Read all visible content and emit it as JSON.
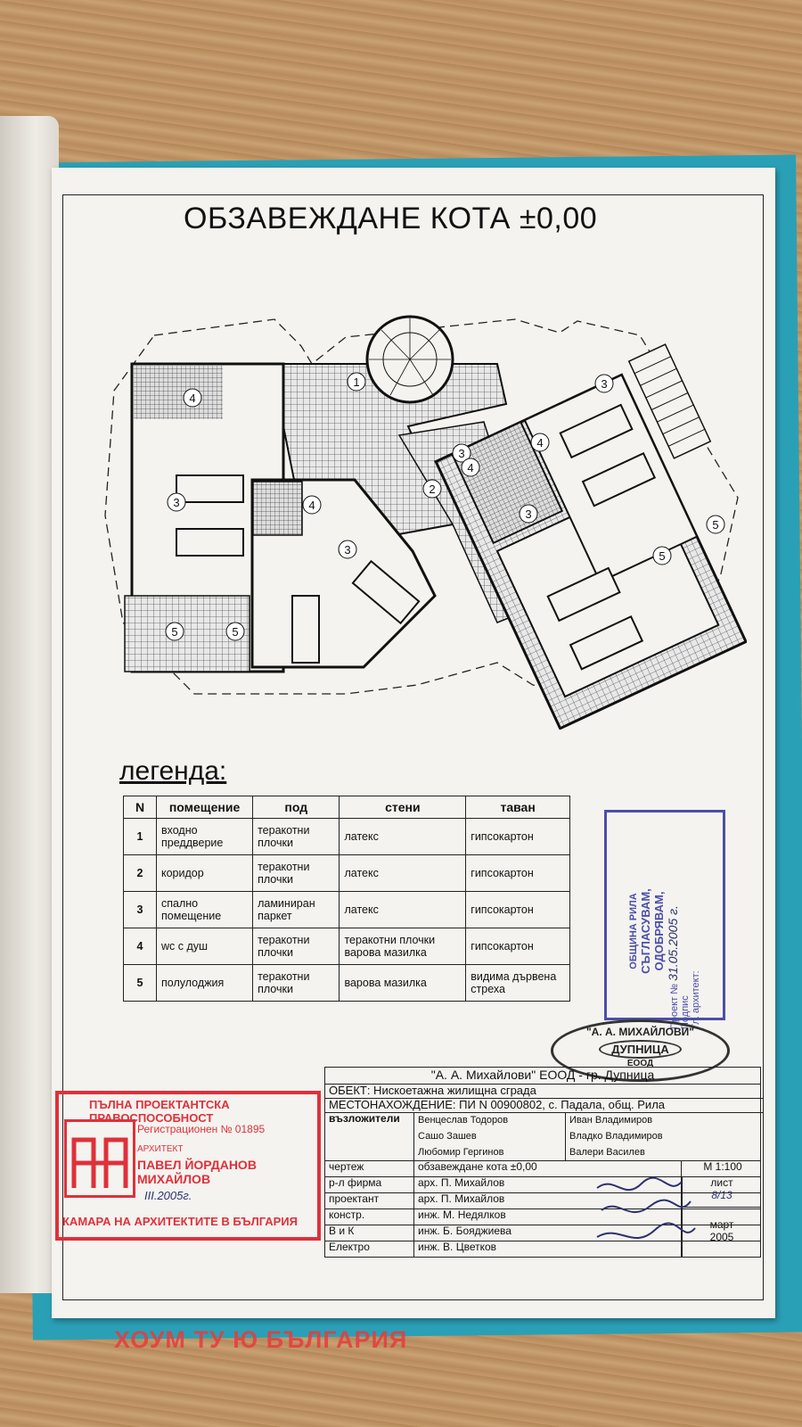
{
  "sheet_title": "ОБЗАВЕЖДАНЕ КОТА  ±0,00",
  "plan": {
    "room_numbers": [
      "1",
      "2",
      "3",
      "3",
      "3",
      "3",
      "3",
      "4",
      "4",
      "4",
      "4",
      "5",
      "5",
      "5",
      "5"
    ]
  },
  "legend": {
    "title": "легенда:",
    "headers": [
      "N",
      "помещение",
      "под",
      "стени",
      "таван"
    ],
    "rows": [
      {
        "n": "1",
        "room": "входно преддверие",
        "floor": "теракотни плочки",
        "walls": "латекс",
        "ceiling": "гипсокартон"
      },
      {
        "n": "2",
        "room": "коридор",
        "floor": "теракотни плочки",
        "walls": "латекс",
        "ceiling": "гипсокартон"
      },
      {
        "n": "3",
        "room": "спално помещение",
        "floor": "ламиниран паркет",
        "walls": "латекс",
        "ceiling": "гипсокартон"
      },
      {
        "n": "4",
        "room": "wc с душ",
        "floor": "теракотни плочки",
        "walls": "теракотни плочки варова мазилка",
        "ceiling": "гипсокартон"
      },
      {
        "n": "5",
        "room": "полулоджия",
        "floor": "теракотни плочки",
        "walls": "варова мазилка",
        "ceiling": "видима дървена стреха"
      }
    ]
  },
  "stamp_municipality": {
    "line1": "ОБЩИНА РИЛА",
    "line2": "СЪГЛАСУВАМ,",
    "line3": "ОДОБРЯВАМ,",
    "project_no": "Проект №",
    "date": "31.05.2005 г.",
    "signature": "Подпис",
    "chief": "Гл. архитект:"
  },
  "stamp_company": {
    "top": "\"А. А. МИХАЙЛОВИ\"",
    "middle": "ДУПНИЦА",
    "bottom": "ЕООД"
  },
  "stamp_chamber": {
    "header": "ПЪЛНА ПРОЕКТАНТСКА ПРАВОСПОСОБНОСТ",
    "reg": "Регистрационен № 01895",
    "arch": "АРХИТЕКТ",
    "name": "ПАВЕЛ ЙОРДАНОВ МИХАЙЛОВ",
    "date": "III.2005г.",
    "footer": "КАМАРА НА АРХИТЕКТИТЕ В БЪЛГАРИЯ"
  },
  "title_block": {
    "company": "\"А. А. Михайлови\" ЕООД - гр. Дупница",
    "object": "ОБЕКТ: Нискоетажна жилищна сграда",
    "location": "МЕСТОНАХОЖДЕНИЕ: ПИ  N 00900802, с. Падала, общ. Рила",
    "assigners_label": "възложители",
    "assigners_left": [
      "Венцеслав Тодоров",
      "Сашо Зашев",
      "Любомир Гергинов"
    ],
    "assigners_right": [
      "Иван Владимиров",
      "Владко Владимиров",
      "Валери Василев"
    ],
    "drawing_label": "чертеж",
    "drawing_value": "обзавеждане кота ±0,00",
    "scale": "М 1:100",
    "sheet_label": "лист",
    "sheet_value": "8/13",
    "rows": [
      {
        "label": "р-л фирма",
        "value": "арх. П. Михайлов"
      },
      {
        "label": "проектант",
        "value": "арх. П. Михайлов"
      },
      {
        "label": "констр.",
        "value": "инж. М. Недялков"
      },
      {
        "label": "В и К",
        "value": "инж. Б. Бояджиева"
      },
      {
        "label": "Електро",
        "value": "инж. В. Цветков"
      }
    ],
    "month": "март",
    "year": "2005"
  },
  "watermark": "ХОУМ ТУ Ю БЪЛГАРИЯ"
}
